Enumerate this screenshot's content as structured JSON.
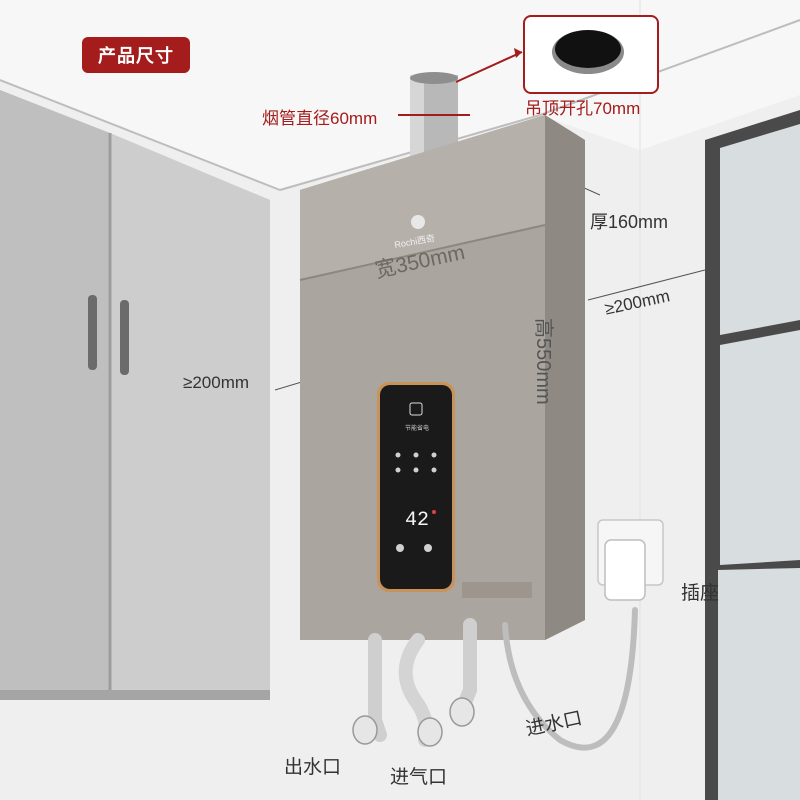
{
  "title_tag": "产品尺寸",
  "labels": {
    "flue_diameter": "烟管直径60mm",
    "ceiling_hole": "吊顶开孔70mm",
    "thickness": "厚160mm",
    "width": "宽350mm",
    "height": "高550mm",
    "left_clearance": "≥200mm",
    "right_clearance": "≥200mm",
    "outlet": "出水口",
    "gas_inlet": "进气口",
    "water_inlet": "进水口",
    "socket": "插座"
  },
  "product": {
    "brand": "Rochi西奇",
    "display_temp": "42",
    "panel_label": "节能省电"
  },
  "colors": {
    "accent": "#a41c1c",
    "heater_body": "#a7a19b",
    "panel": "#1a1a1a",
    "panel_trim": "#c8935a"
  }
}
